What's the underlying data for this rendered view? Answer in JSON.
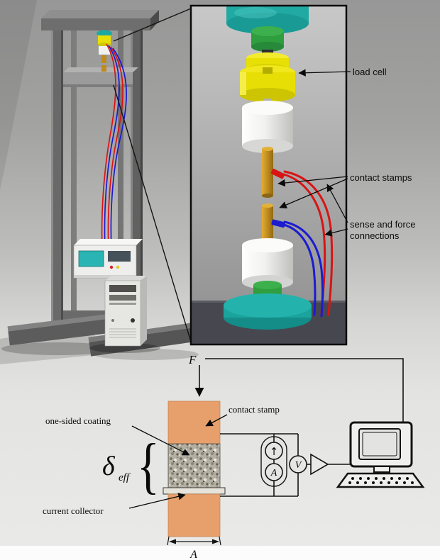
{
  "colors": {
    "teal": "#1ea8a4",
    "green": "#2f9e3e",
    "yellow": "#e8e005",
    "gold": "#c08a1e",
    "wire_red": "#d81414",
    "wire_blue": "#1b1bd0",
    "stamp_orange": "#e7a06b",
    "frame_gray": "#686868",
    "inset_floor": "#474750",
    "background_top": "#979797",
    "background_bottom": "#eaeae8"
  },
  "inset": {
    "load_cell_label": "load cell",
    "contact_stamps_label": "contact stamps",
    "sense_force_label_line1": "sense and force",
    "sense_force_label_line2": "connections"
  },
  "schematic": {
    "force_symbol": "F",
    "contact_stamp_label": "contact stamp",
    "one_sided_coating_label": "one-sided coating",
    "delta_symbol": "δ",
    "delta_subscript": "eff",
    "brace_glyph": "{",
    "current_collector_label": "current collector",
    "area_symbol": "A",
    "current_source_arrow": "↑",
    "ammeter_symbol": "A",
    "voltmeter_symbol": "V"
  }
}
